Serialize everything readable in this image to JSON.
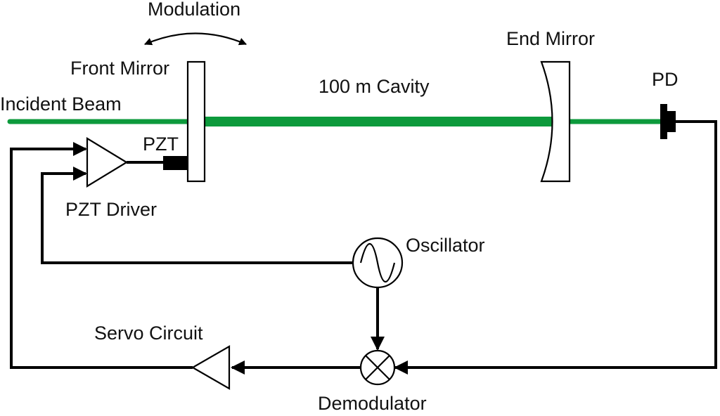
{
  "labels": {
    "modulation": "Modulation",
    "front_mirror": "Front Mirror",
    "cavity": "100 m Cavity",
    "end_mirror": "End Mirror",
    "pd": "PD",
    "incident_beam": "Incident Beam",
    "pzt": "PZT",
    "pzt_driver": "PZT Driver",
    "oscillator": "Oscillator",
    "servo_circuit": "Servo Circuit",
    "demodulator": "Demodulator"
  },
  "colors": {
    "beam": "#0d9a3c",
    "line": "#000000",
    "background": "#ffffff"
  },
  "icons": {
    "oscillator": "sine-wave-icon",
    "demodulator": "mixer-x-icon",
    "amplifier": "triangle-amplifier-icon",
    "photodiode": "photodiode-icon"
  }
}
